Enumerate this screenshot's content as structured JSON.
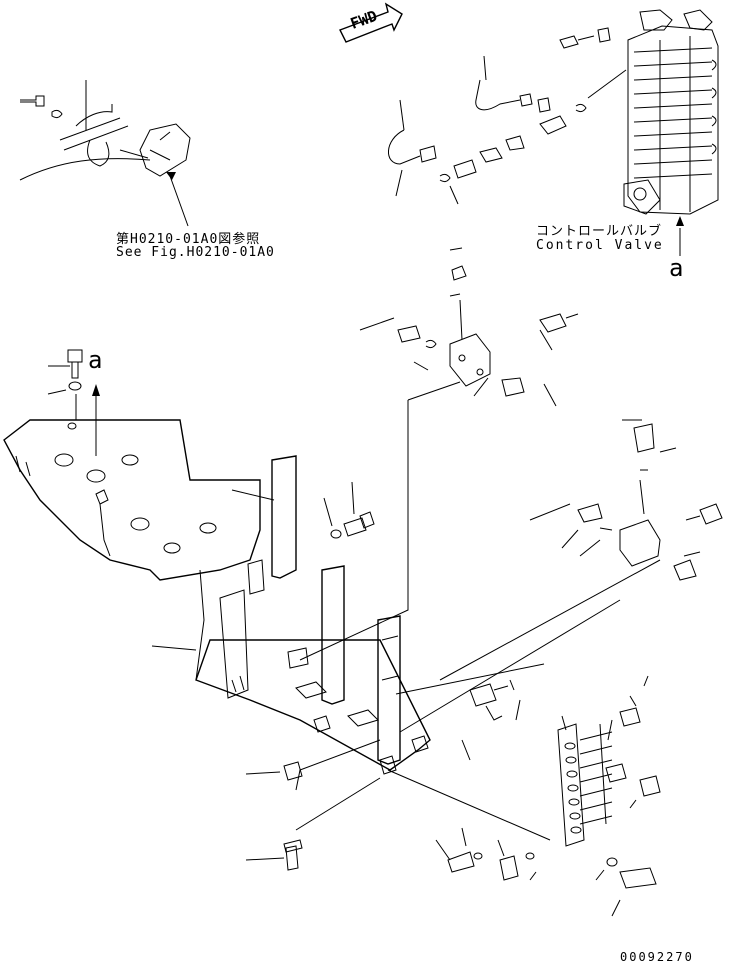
{
  "diagram": {
    "fwd_arrow_text": "FWD",
    "reference_jp": "第H0210-01A0図参照",
    "reference_en": "See Fig.H0210-01A0",
    "control_valve_jp": "コントロールバルブ",
    "control_valve_en": "Control Valve",
    "marker_a_valve": "a",
    "marker_a_plate": "a",
    "drawing_number": "00092270"
  }
}
